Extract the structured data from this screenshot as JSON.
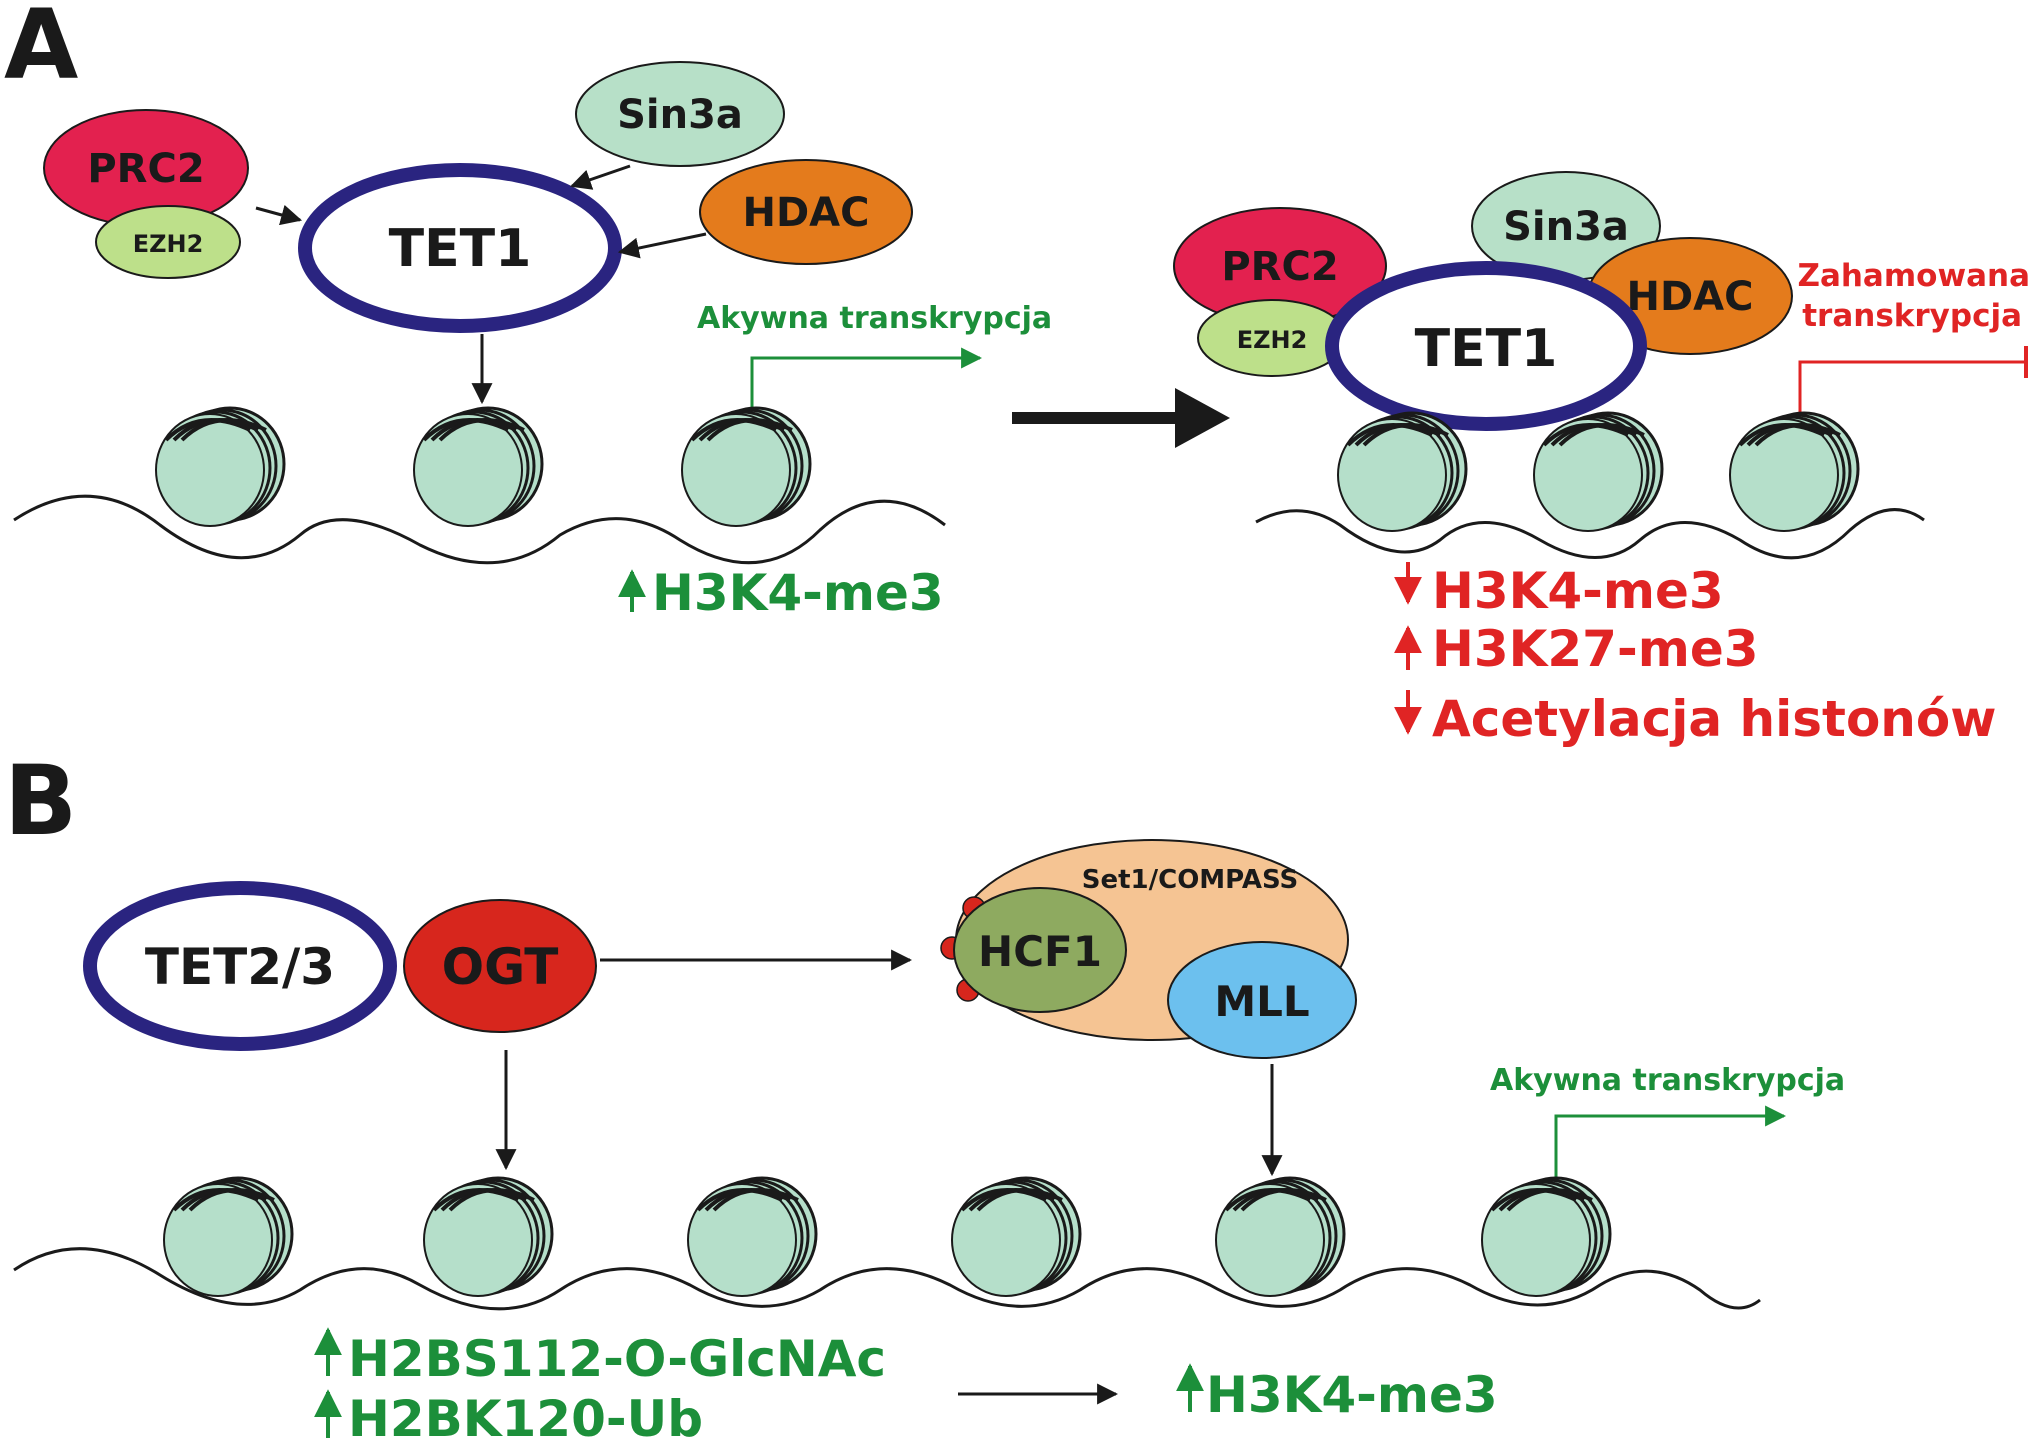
{
  "panel_a": {
    "letter": "A",
    "before": {
      "prc2": "PRC2",
      "ezh2": "EZH2",
      "sin3a": "Sin3a",
      "hdac": "HDAC",
      "tet1": "TET1",
      "transcription": "Akywna transkrypcja",
      "marks": [
        {
          "dir": "up",
          "text": "H3K4-me3"
        }
      ]
    },
    "after": {
      "prc2": "PRC2",
      "ezh2": "EZH2",
      "sin3a": "Sin3a",
      "hdac": "HDAC",
      "tet1": "TET1",
      "transcription_line1": "Zahamowana",
      "transcription_line2": "transkrypcja",
      "marks": [
        {
          "dir": "down",
          "text": "H3K4-me3"
        },
        {
          "dir": "up",
          "text": "H3K27-me3"
        },
        {
          "dir": "down",
          "text": "Acetylacja histonów"
        }
      ]
    }
  },
  "panel_b": {
    "letter": "B",
    "tet23": "TET2/3",
    "ogt": "OGT",
    "compass": "Set1/COMPASS",
    "hcf1": "HCF1",
    "mll": "MLL",
    "transcription": "Akywna transkrypcja",
    "marks_left": [
      {
        "dir": "up",
        "text": "H2BS112-O-GlcNAc"
      },
      {
        "dir": "up",
        "text": "H2BK120-Ub"
      }
    ],
    "mark_right": {
      "dir": "up",
      "text": "H3K4-me3"
    }
  },
  "colors": {
    "prc2": "#e3214f",
    "ezh2": "#bde08a",
    "sin3a": "#b7e0c8",
    "hdac": "#e47b1c",
    "tet_ring": "#2a2480",
    "nucleosome": "#b5dfca",
    "ogt": "#d7261d",
    "compass": "#f5c493",
    "hcf1": "#8eaa60",
    "mll": "#6cc0ee",
    "green_text": "#1c8f3a",
    "red_text": "#e02424"
  }
}
